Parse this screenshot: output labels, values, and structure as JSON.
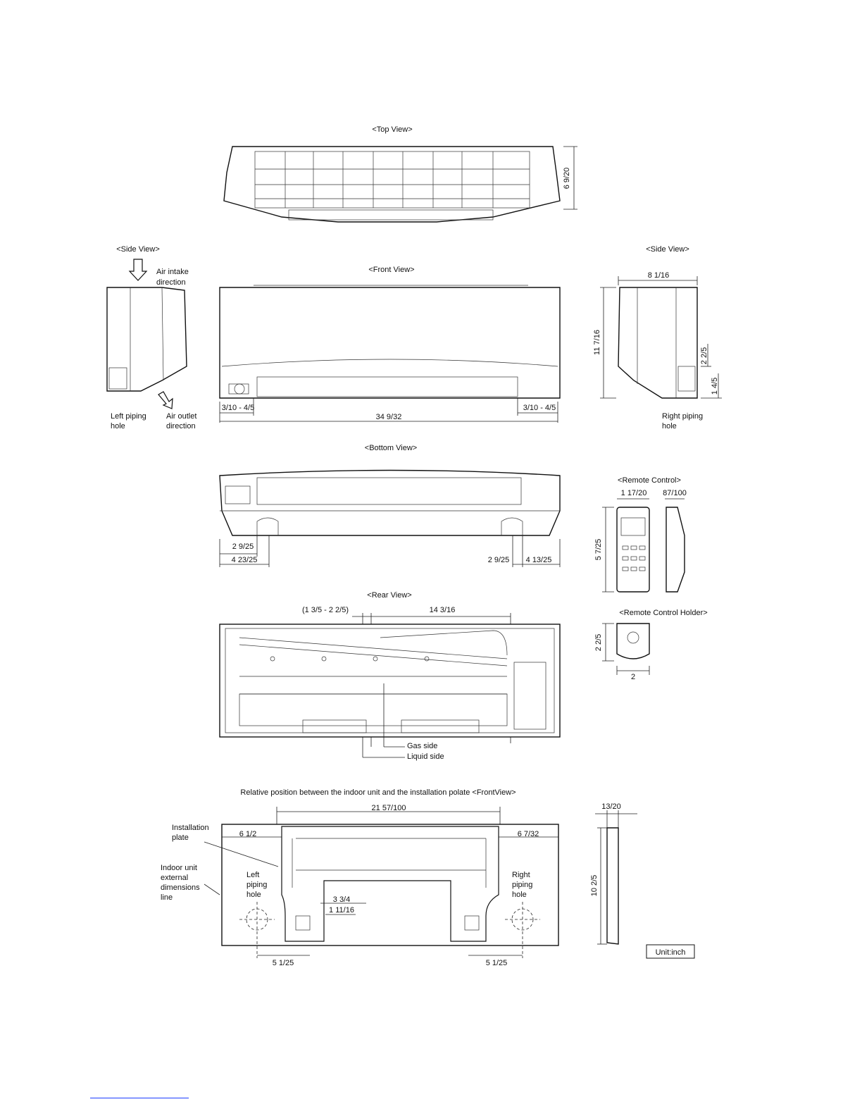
{
  "views": {
    "top_view": "<Top View>",
    "side_view_left": "<Side View>",
    "side_view_right": "<Side View>",
    "front_view": "<Front View>",
    "bottom_view": "<Bottom View>",
    "remote_control": "<Remote Control>",
    "remote_control_holder": "<Remote Control Holder>",
    "rear_view": "<Rear View>"
  },
  "labels": {
    "air_intake_1": "Air intake",
    "air_intake_2": "direction",
    "air_outlet_1": "Air outlet",
    "air_outlet_2": "direction",
    "left_piping_1": "Left piping",
    "left_piping_2": "hole",
    "right_piping_1": "Right piping",
    "right_piping_2": "hole",
    "gas_side": "Gas side",
    "liquid_side": "Liquid side",
    "relative_position": "Relative position between the indoor unit and the installation polate <FrontView>",
    "installation_plate_1": "Installation",
    "installation_plate_2": "plate",
    "indoor_unit_1": "Indoor unit",
    "indoor_unit_2": "external",
    "indoor_unit_3": "dimensions",
    "indoor_unit_4": "line",
    "left_piping_hole_1": "Left",
    "left_piping_hole_2": "piping",
    "left_piping_hole_3": "hole",
    "right_piping_hole_1": "Right",
    "right_piping_hole_2": "piping",
    "right_piping_hole_3": "hole",
    "unit": "Unit:inch"
  },
  "dimensions": {
    "top_depth": "6 9/20",
    "side_depth": "8 1/16",
    "height": "11 7/16",
    "right_hole_upper": "2 2/5",
    "right_hole_lower": "1 4/5",
    "front_left_offset": "3/10 - 4/5",
    "front_right_offset": "3/10 - 4/5",
    "width": "34 9/32",
    "bottom_left_inner": "2 9/25",
    "bottom_left_outer": "4 23/25",
    "bottom_right_inner": "2 9/25",
    "bottom_right_outer": "4 13/25",
    "remote_width": "1 17/20",
    "remote_depth": "87/100",
    "remote_height": "5 7/25",
    "holder_height": "2 2/5",
    "holder_width": "2",
    "rear_pipe_range": "(1 3/5 - 2 2/5)",
    "rear_pipe_span": "14 3/16",
    "plate_width": "21 57/100",
    "plate_left": "6 1/2",
    "plate_right": "6 7/32",
    "plate_center_1": "3 3/4",
    "plate_center_2": "1 11/16",
    "plate_hole_left": "5 1/25",
    "plate_hole_right": "5 1/25",
    "plate_thickness": "13/20",
    "plate_height": "10 2/5"
  }
}
